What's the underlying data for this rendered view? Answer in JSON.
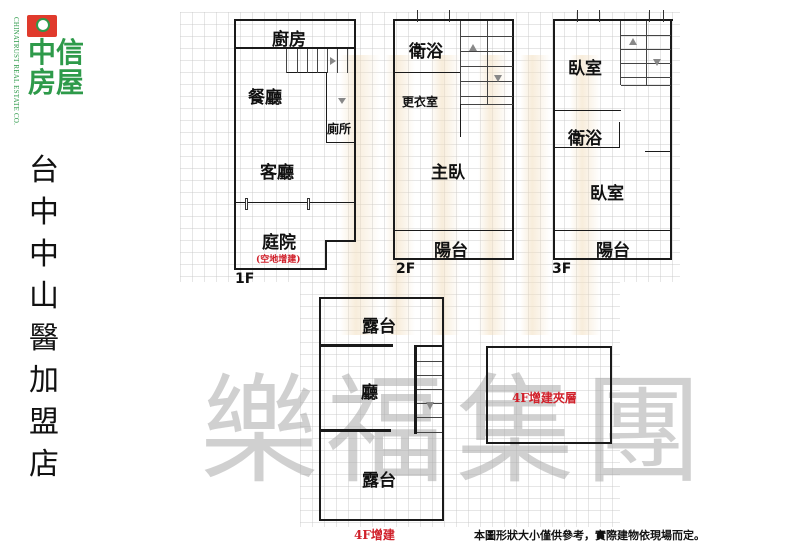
{
  "logo": {
    "brand_cn": "中信房屋",
    "brand_en": "CHINATRUST REAL ESTATE CO.",
    "brand_color": "#2e9a4a",
    "mark_color": "#e03a2c"
  },
  "store_title": [
    "台",
    "中",
    "中",
    "山",
    "醫",
    "加",
    "盟",
    "店"
  ],
  "watermark": {
    "text": [
      "樂",
      "福",
      "集",
      "團"
    ],
    "color": "#aaaaaa"
  },
  "floors": {
    "f1": {
      "label": "1F",
      "rooms": {
        "kitchen": "廚房",
        "dining": "餐廳",
        "toilet": "廁所",
        "living": "客廳",
        "courtyard": "庭院",
        "courtyard_note": "(空地增建)"
      }
    },
    "f2": {
      "label": "2F",
      "rooms": {
        "bath": "衛浴",
        "closet": "更衣室",
        "master": "主臥",
        "balcony": "陽台"
      }
    },
    "f3": {
      "label": "3F",
      "rooms": {
        "bedroom_top": "臥室",
        "bath": "衛浴",
        "bedroom_bottom": "臥室",
        "balcony": "陽台"
      }
    },
    "f4": {
      "label": "4F增建",
      "rooms": {
        "terrace_top": "露台",
        "hall": "廳",
        "terrace_bottom": "露台"
      }
    },
    "f4_mezzanine": {
      "label": "4F增建夾層"
    }
  },
  "disclaimer": "本圖形狀大小僅供參考，實際建物依現場而定。",
  "colors": {
    "wall": "#1a1a1a",
    "annotation_red": "#d0202a"
  }
}
